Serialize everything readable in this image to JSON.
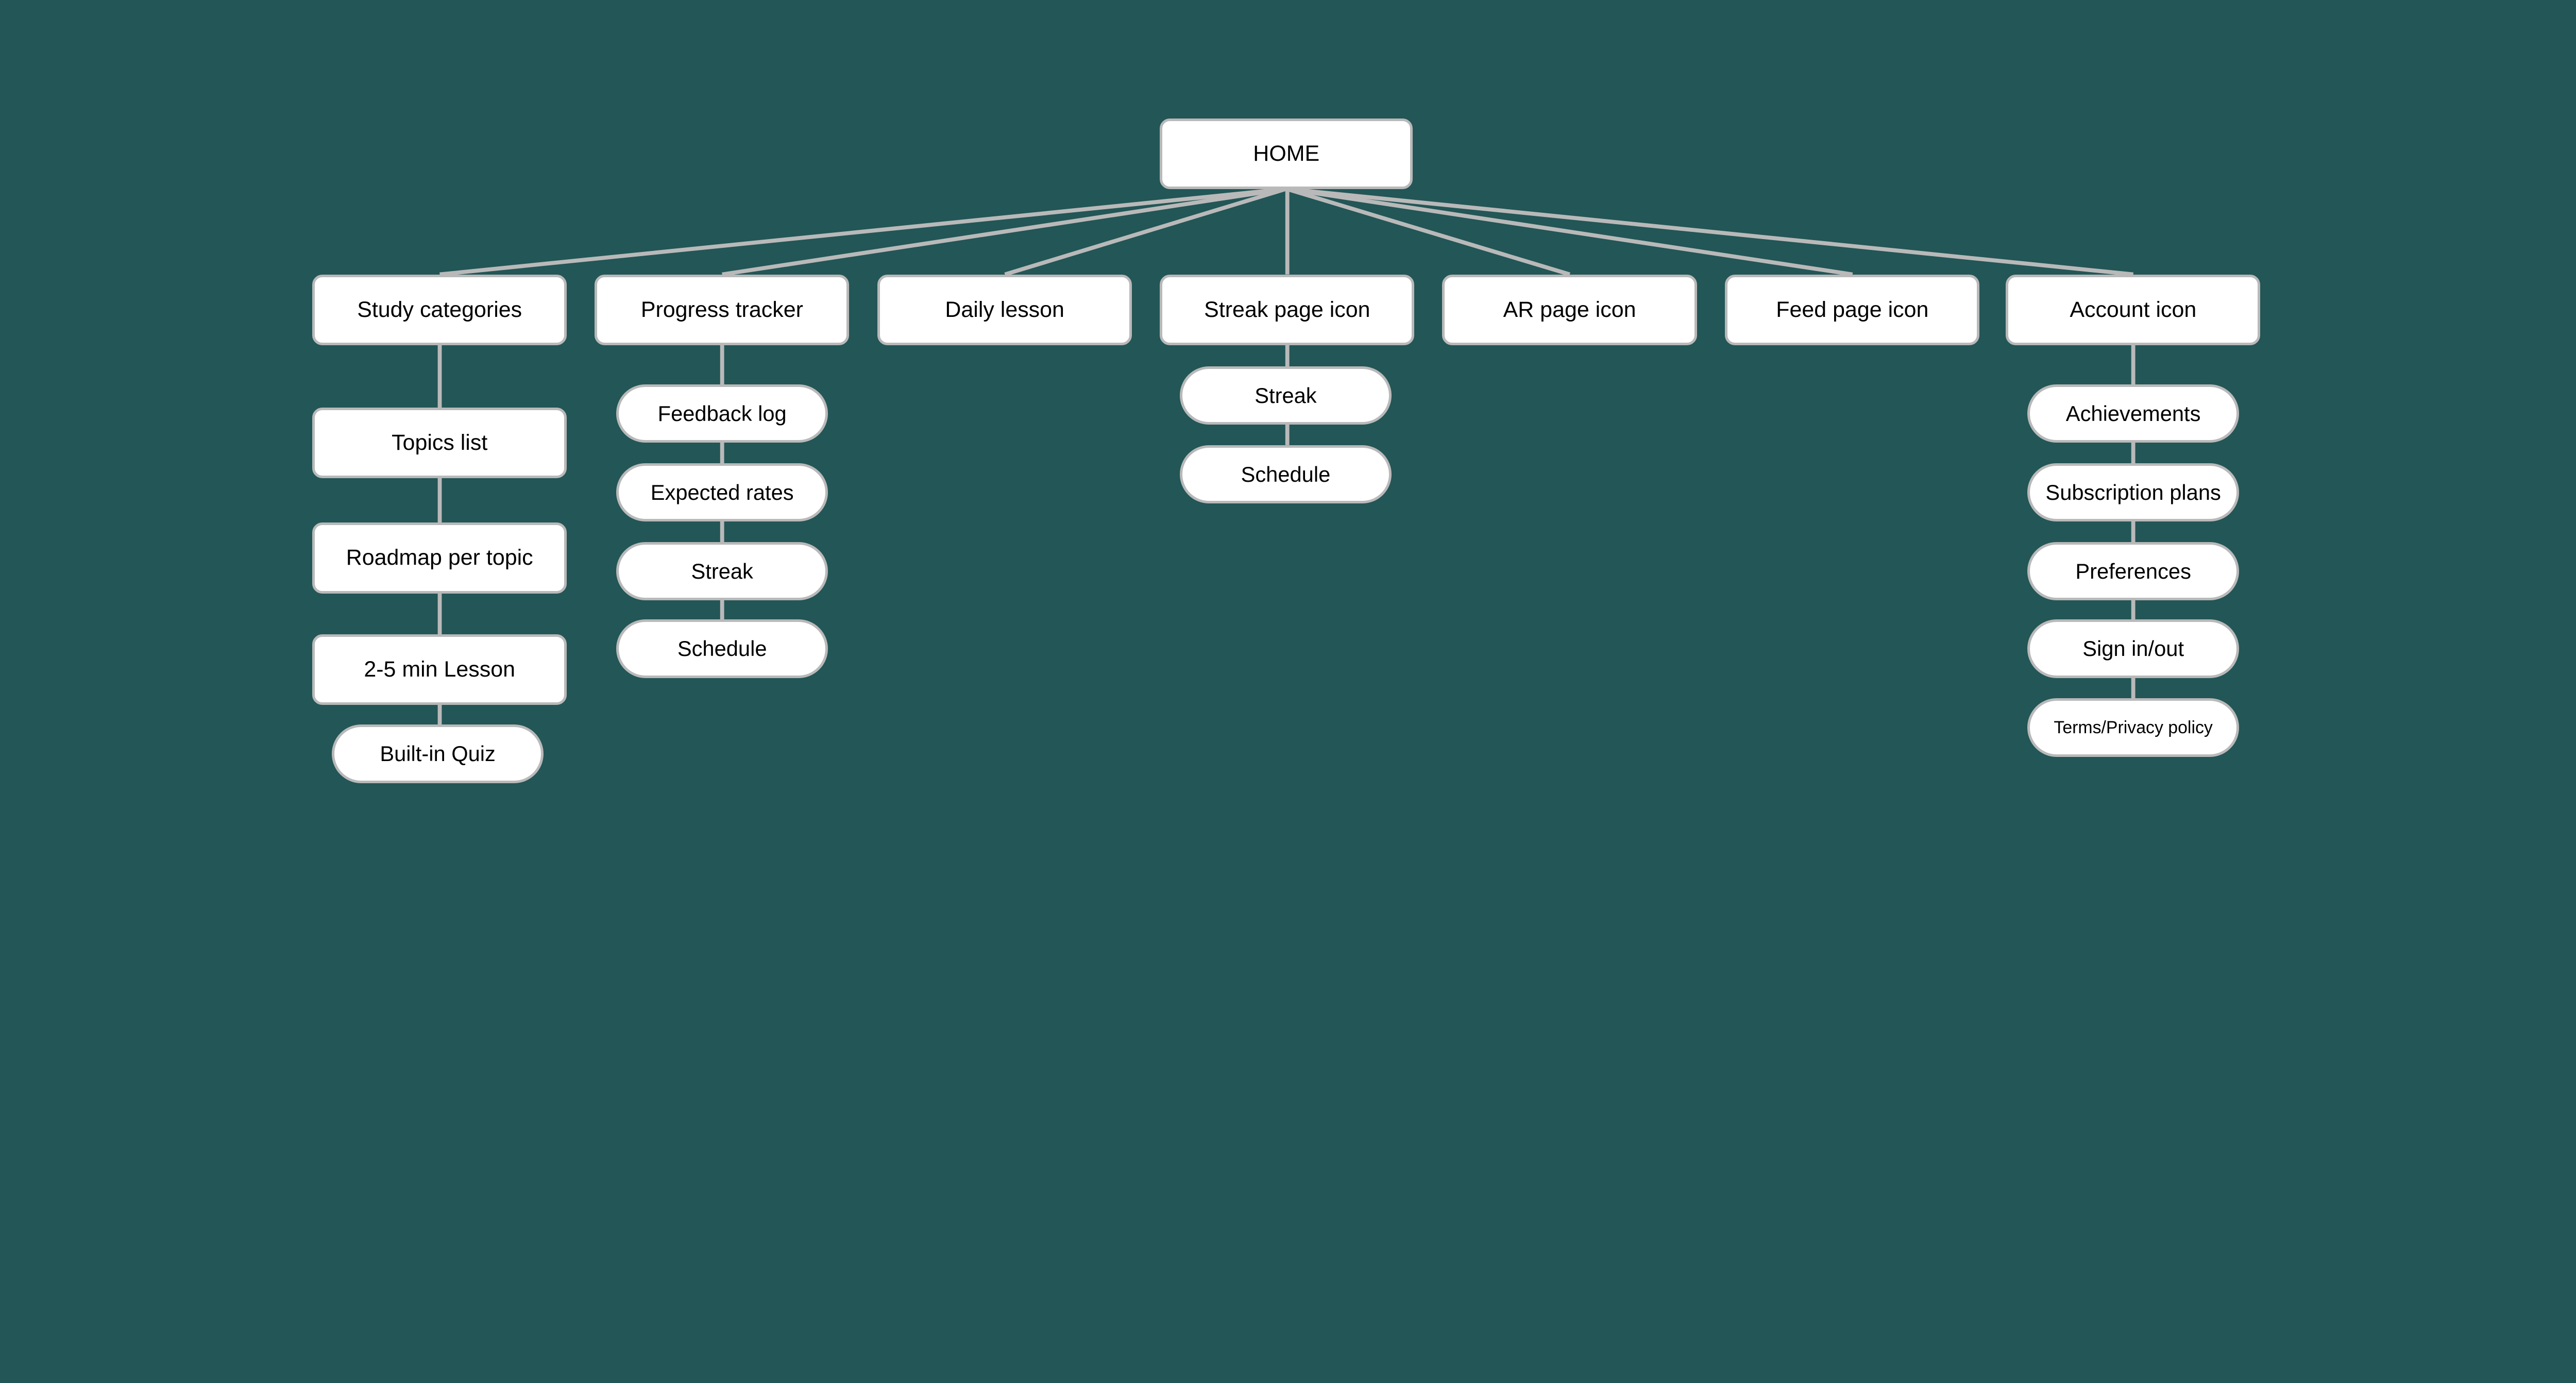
{
  "colors": {
    "background": "#235656",
    "node_fill": "#ffffff",
    "node_border": "#b9b9b9",
    "link": "#b9b9b9",
    "text": "#000000"
  },
  "root": {
    "label": "HOME"
  },
  "sections": [
    {
      "label": "Study categories",
      "children": [
        "Topics list",
        "Roadmap per topic",
        "2-5 min Lesson",
        "Built-in Quiz"
      ]
    },
    {
      "label": "Progress tracker",
      "children": [
        "Feedback log",
        "Expected rates",
        "Streak",
        "Schedule"
      ]
    },
    {
      "label": "Daily lesson",
      "children": []
    },
    {
      "label": "Streak page icon",
      "children": [
        "Streak",
        "Schedule"
      ]
    },
    {
      "label": "AR page icon",
      "children": []
    },
    {
      "label": "Feed page icon",
      "children": []
    },
    {
      "label": "Account icon",
      "children": [
        "Achievements",
        "Subscription plans",
        "Preferences",
        "Sign in/out",
        "Terms/Privacy policy"
      ]
    }
  ]
}
